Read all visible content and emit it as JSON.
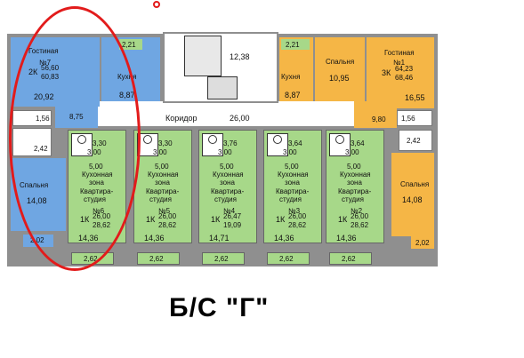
{
  "caption": "Б/С \"Г\"",
  "colors": {
    "blue": "#6fa6e2",
    "green": "#a7d889",
    "orange": "#f5b646",
    "wall": "#8f8f8f",
    "corridor": "#ffffff",
    "highlight": "#e21b1b"
  },
  "corridor": {
    "label": "Коридор",
    "area": "26,00"
  },
  "stair": {
    "area": "12,38"
  },
  "apt7": {
    "title": "Гостиная",
    "num": "№7",
    "rooms": "2К",
    "area1": "56,60",
    "area2": "60,83",
    "living": "20,92",
    "kitchen_label": "Кухня",
    "kitchen": "8,87",
    "loggia_top": "2,21",
    "hall": "8,75",
    "wc": "1,56",
    "bath": "2,42",
    "bedroom_label": "Спальня",
    "bedroom": "14,08",
    "loggia": "2,02"
  },
  "apt1": {
    "title": "Гостиная",
    "num": "№1",
    "rooms": "3К",
    "area1": "64,23",
    "area2": "68,46",
    "living": "16,55",
    "kitchen_label": "Кухня",
    "kitchen": "8,87",
    "loggia_top": "2,21",
    "bedroom_label": "Спальня",
    "bedroom": "10,95",
    "hall": "9,80",
    "wc": "1,56",
    "bath": "2,42",
    "bedroom2_label": "Спальня",
    "bedroom2": "14,08",
    "loggia": "2,02"
  },
  "studios": [
    {
      "num": "№6",
      "rooms": "1К",
      "a1": "26,00",
      "a2": "28,62",
      "top": "3,30",
      "bath": "3,00",
      "kz": "5,00",
      "room": "14,36",
      "loggia": "2,62"
    },
    {
      "num": "№5",
      "rooms": "1К",
      "a1": "26,00",
      "a2": "28,62",
      "top": "3,30",
      "bath": "3,00",
      "kz": "5,00",
      "room": "14,36",
      "loggia": "2,62"
    },
    {
      "num": "№4",
      "rooms": "1К",
      "a1": "26,47",
      "a2": "19,09",
      "top": "3,76",
      "bath": "3,00",
      "kz": "5,00",
      "room": "14,71",
      "loggia": "2,62"
    },
    {
      "num": "№3",
      "rooms": "1К",
      "a1": "26,00",
      "a2": "28,62",
      "top": "3,64",
      "bath": "3,00",
      "kz": "5,00",
      "room": "14,36",
      "loggia": "2,62"
    },
    {
      "num": "№2",
      "rooms": "1К",
      "a1": "26,00",
      "a2": "28,62",
      "top": "3,64",
      "bath": "3,00",
      "kz": "5,00",
      "room": "14,36",
      "loggia": "2,62"
    }
  ],
  "studio_labels": {
    "kz1": "Кухонная",
    "kz2": "зона",
    "st1": "Квартира-",
    "st2": "студия"
  }
}
